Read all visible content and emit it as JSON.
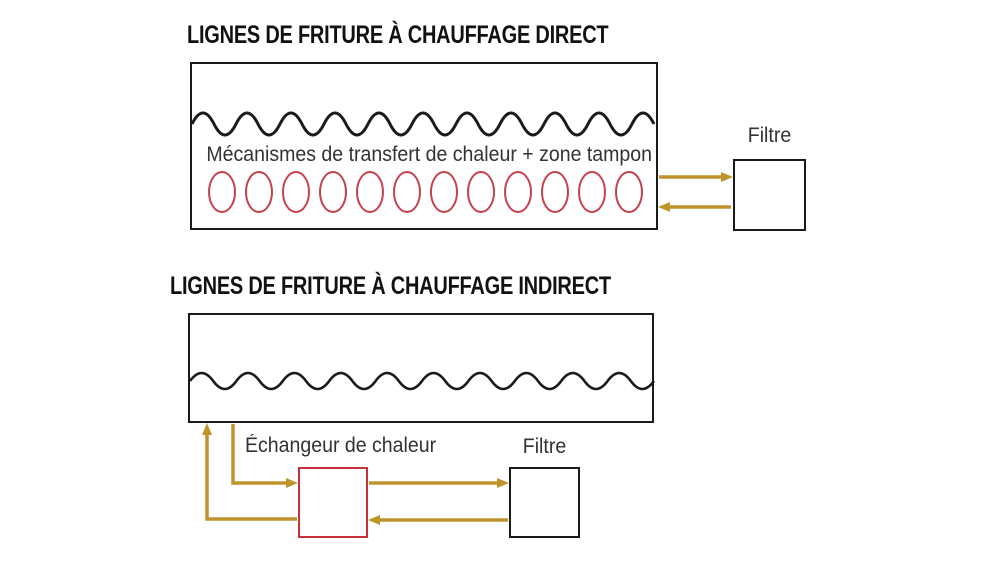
{
  "colors": {
    "arrow": "#C0942D",
    "heat_exchanger": "#C8303C",
    "burner": "#C5414E",
    "outline": "#1A1A1A",
    "label": "#333333",
    "title": "#111111"
  },
  "direct": {
    "title": "LIGNES DE FRITURE À CHAUFFAGE DIRECT",
    "tank_label": "Mécanismes de transfert de chaleur + zone tampon",
    "filter_label": "Filtre",
    "burner_count": 12
  },
  "indirect": {
    "title": "LIGNES DE FRITURE À CHAUFFAGE INDIRECT",
    "exchanger_label": "Échangeur de chaleur",
    "filter_label": "Filtre"
  }
}
